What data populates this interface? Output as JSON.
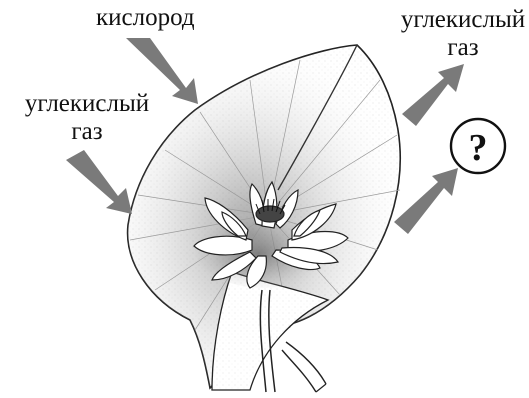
{
  "labels": {
    "oxygen": "кислород",
    "co2_right_line1": "углекислый",
    "co2_right_line2": "газ",
    "co2_left_line1": "углекислый",
    "co2_left_line2": "газ",
    "unknown": "?"
  },
  "colors": {
    "arrow": "#7a7a7a",
    "ink": "#111111",
    "background": "#ffffff"
  },
  "icons": {
    "question": "question-mark-circle-icon",
    "plant": "water-lily-icon"
  }
}
